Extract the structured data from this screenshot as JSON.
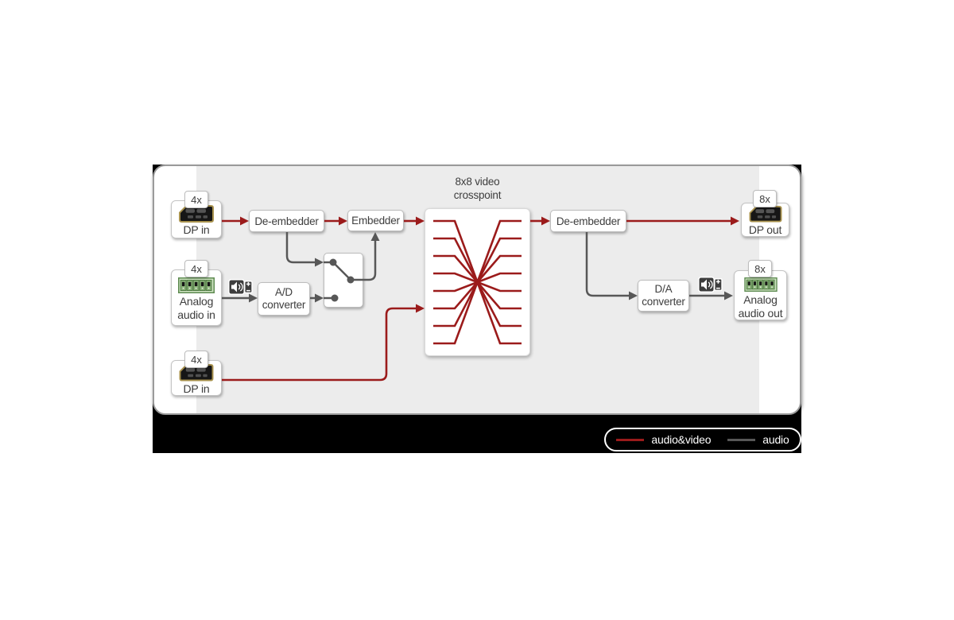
{
  "colors": {
    "accent_red": "#9b1b1b",
    "wire_gray": "#575757",
    "panel_border": "#9a9a9a",
    "inner_gray": "#ececec",
    "band_black": "#000000",
    "box_border": "#bdbdbd",
    "text": "#3d3d3d"
  },
  "crosspoint": {
    "title_line1": "8x8 video",
    "title_line2": "crosspoint",
    "inputs": 8,
    "outputs": 8
  },
  "blocks": {
    "dp_in_top": {
      "badge": "4x",
      "label": "DP in"
    },
    "analog_audio_in": {
      "badge": "4x",
      "line1": "Analog",
      "line2": "audio in"
    },
    "dp_in_bottom": {
      "badge": "4x",
      "label": "DP in"
    },
    "de_embedder_left": {
      "label": "De-embedder"
    },
    "embedder": {
      "label": "Embedder"
    },
    "ad_converter": {
      "line1": "A/D",
      "line2": "converter"
    },
    "de_embedder_right": {
      "label": "De-embedder"
    },
    "da_converter": {
      "line1": "D/A",
      "line2": "converter"
    },
    "dp_out": {
      "badge": "8x",
      "label": "DP out"
    },
    "analog_audio_out": {
      "badge": "8x",
      "line1": "Analog",
      "line2": "audio out"
    }
  },
  "legend": {
    "audio_video_label": "audio&video",
    "audio_label": "audio"
  }
}
